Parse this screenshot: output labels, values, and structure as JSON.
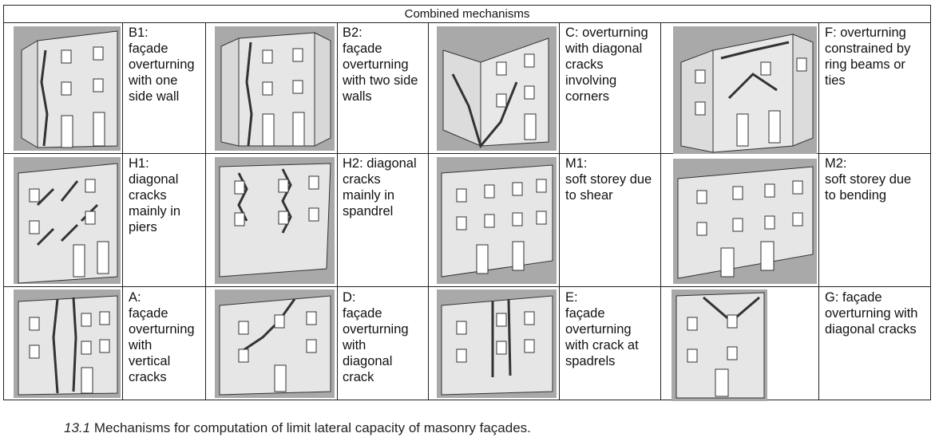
{
  "table": {
    "title": "Combined mechanisms",
    "rows": [
      [
        {
          "label": "B1:\nfaçade\noverturning\nwith one\nside wall",
          "icon": "facade-overturning-one-side-wall-figure"
        },
        {
          "label": "B2:\nfaçade\noverturning\nwith two side\nwalls",
          "icon": "facade-overturning-two-side-walls-figure"
        },
        {
          "label": "C: overturning\nwith diagonal\ncracks\ninvolving\ncorners",
          "icon": "overturning-diagonal-cracks-corners-figure"
        },
        {
          "label": "F: overturning\nconstrained by\nring beams or\nties",
          "icon": "overturning-ring-beams-figure"
        }
      ],
      [
        {
          "label": "H1:\ndiagonal\ncracks\nmainly in\npiers",
          "icon": "diagonal-cracks-piers-figure"
        },
        {
          "label": "H2: diagonal\ncracks\nmainly in\nspandrel",
          "icon": "diagonal-cracks-spandrel-figure"
        },
        {
          "label": "M1:\nsoft storey due\nto shear",
          "icon": "soft-storey-shear-figure"
        },
        {
          "label": "M2:\nsoft storey due\nto bending",
          "icon": "soft-storey-bending-figure"
        }
      ],
      [
        {
          "label": "A:\nfaçade\noverturning\nwith\nvertical\ncracks",
          "icon": "facade-vertical-cracks-figure"
        },
        {
          "label": "D:\nfaçade\noverturning\nwith\ndiagonal\ncrack",
          "icon": "facade-diagonal-crack-figure"
        },
        {
          "label": "E:\nfaçade\noverturning\nwith crack at\nspadrels",
          "icon": "facade-crack-spandrels-figure"
        },
        {
          "label": "G: façade\noverturning with\ndiagonal cracks",
          "icon": "facade-diagonal-cracks-g-figure"
        }
      ]
    ]
  },
  "caption": {
    "number": "13.1",
    "text": "Mechanisms for computation of limit lateral capacity of masonry façades."
  }
}
